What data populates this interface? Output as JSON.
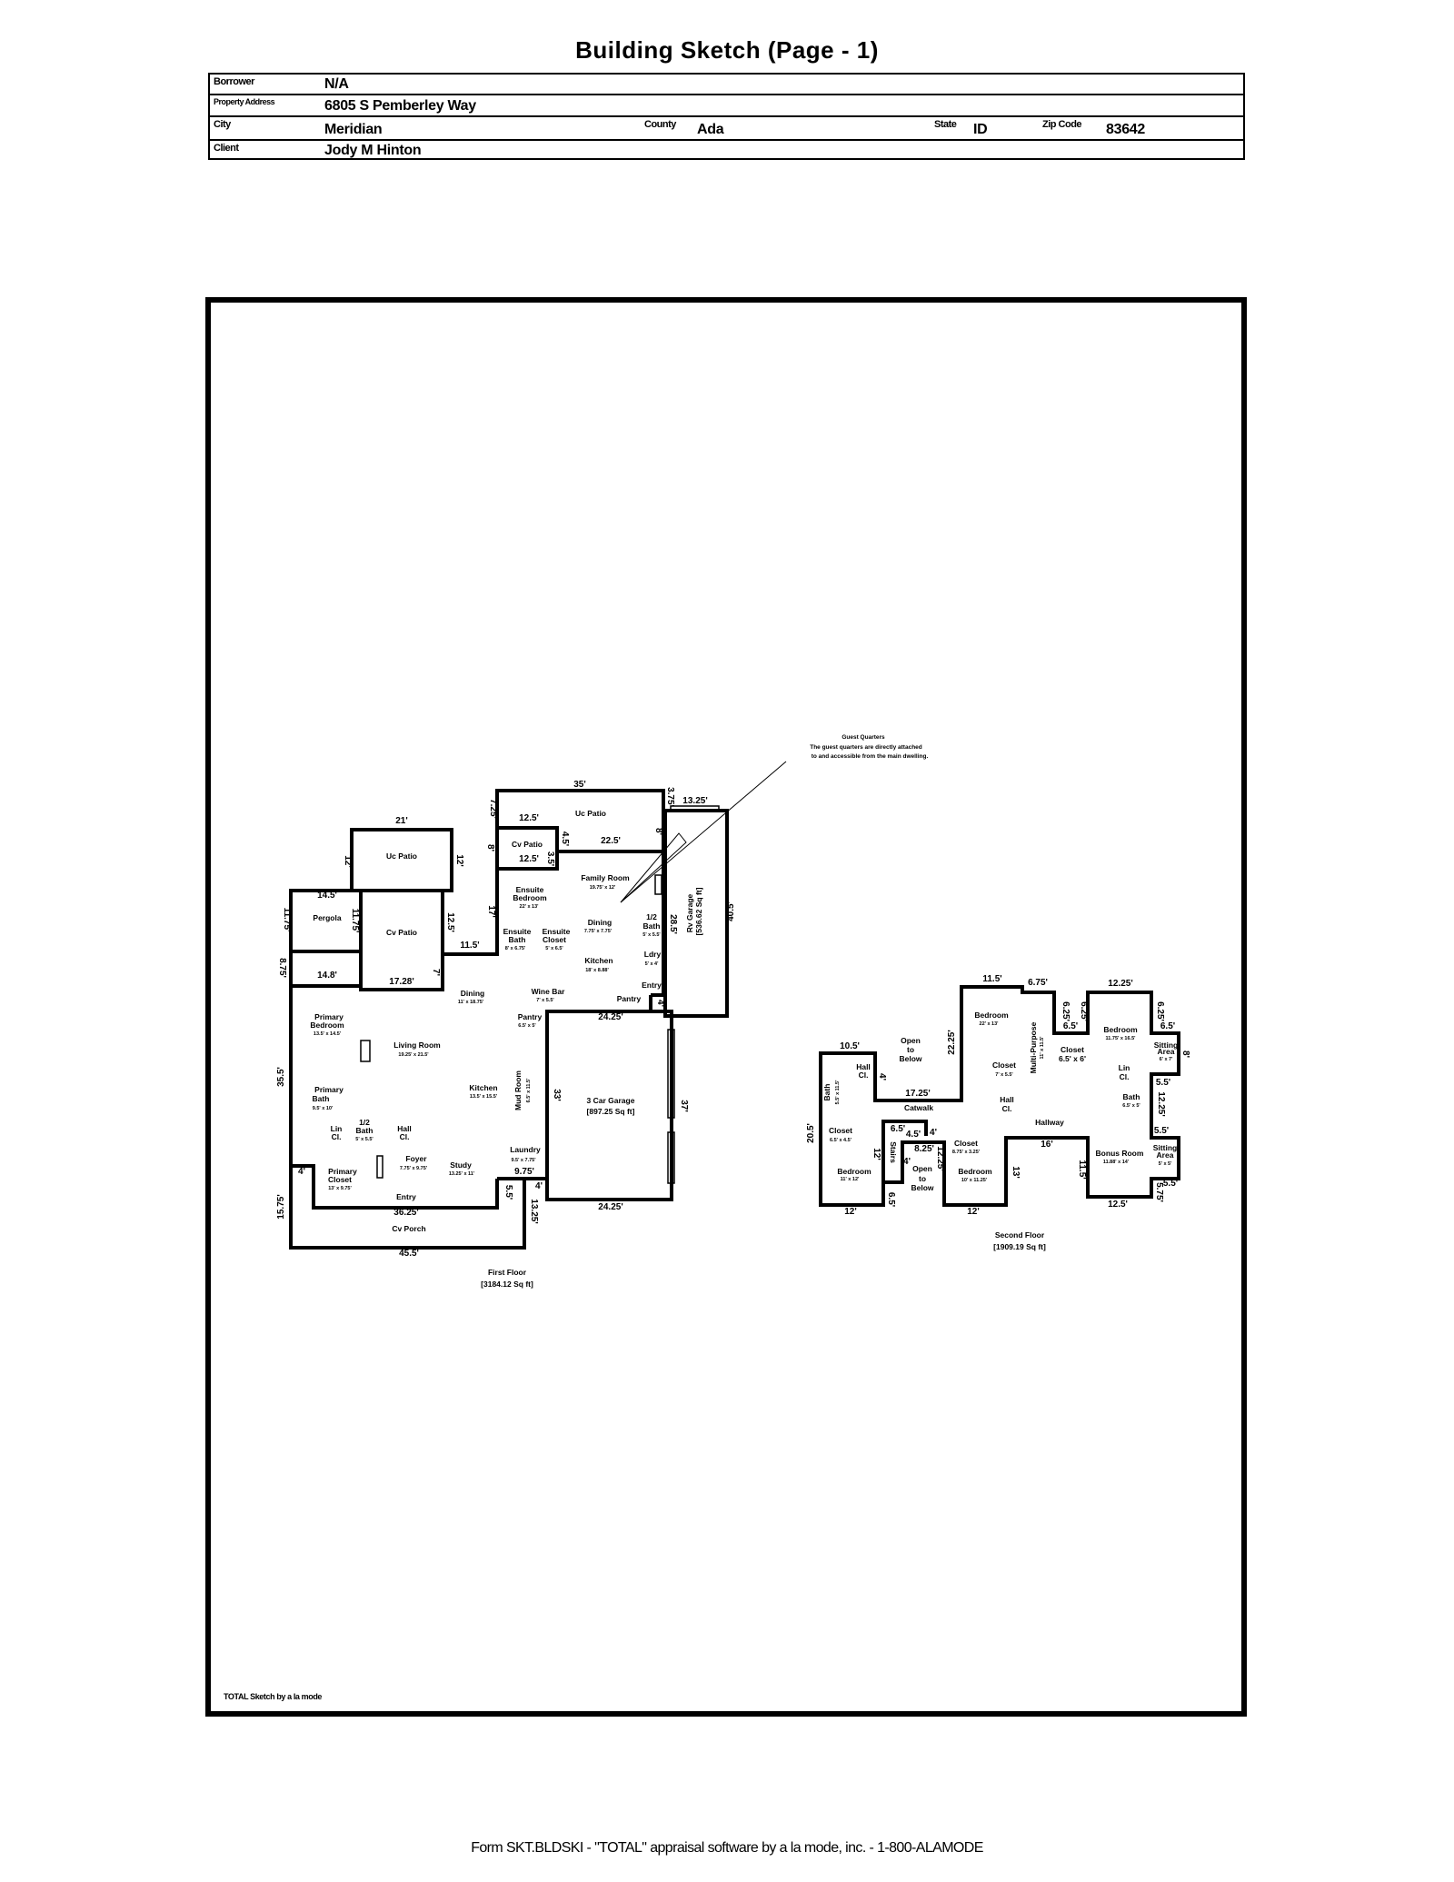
{
  "title": "Building Sketch (Page - 1)",
  "header": {
    "borrower_label": "Borrower",
    "borrower": "N/A",
    "address_label": "Property Address",
    "address": "6805 S Pemberley Way",
    "city_label": "City",
    "city": "Meridian",
    "county_label": "County",
    "county": "Ada",
    "state_label": "State",
    "state": "ID",
    "zip_label": "Zip Code",
    "zip": "83642",
    "client_label": "Client",
    "client": "Jody M Hinton"
  },
  "annotation": {
    "title": "Guest Quarters",
    "line1": "The guest quarters are directly attached",
    "line2": "to and accessible from the main dwelling."
  },
  "first_floor": {
    "labels": [
      "35'",
      "3.75'",
      "13.25'",
      "7.25'",
      "12.5'",
      "Uc Patio",
      "21'",
      "8'",
      "4.5'",
      "8'",
      "Cv Patio",
      "22.5'",
      "Uc Patio",
      "12'",
      "12'",
      "12.5'",
      "3.5'",
      "Family Room",
      "19.75' x 12'",
      "Ensuite",
      "Bedroom",
      "22' x 13'",
      "14.5'",
      "17'",
      "11.75'",
      "11.75'",
      "Pergola",
      "12.5'",
      "Cv Patio",
      "Dining",
      "7.75' x 7.75'",
      "1/2",
      "Bath",
      "5' x 5.5'",
      "28.5'",
      "Rv Garage",
      "[536.62 Sq ft]",
      "40.5'",
      "Ensuite",
      "Bath",
      "8' x 6.75'",
      "Ensuite",
      "Closet",
      "5' x 6.5'",
      "11.5'",
      "Ldry",
      "5' x 4'",
      "Kitchen",
      "18' x 8.88'",
      "8.75'",
      "7'",
      "14.8'",
      "17.28'",
      "Entry",
      "Dining",
      "11' x 18.75'",
      "Wine Bar",
      "7' x 5.5'",
      "Pantry",
      "4'",
      "Primary",
      "Bedroom",
      "13.5' x 14.5'",
      "Pantry",
      "6.5' x 5'",
      "24.25'",
      "Living Room",
      "19.25' x 21.5'",
      "35.5'",
      "Primary",
      "Bath",
      "9.5' x 10'",
      "Kitchen",
      "13.5' x 15.5'",
      "Mud Room",
      "6.5' x 11.5'",
      "33'",
      "3 Car Garage",
      "[897.25 Sq ft]",
      "37'",
      "1/2",
      "Bath",
      "5' x 5.5'",
      "Lin",
      "Cl.",
      "Hall",
      "Cl.",
      "Laundry",
      "9.5' x 7.75'",
      "Foyer",
      "7.75' x 9.75'",
      "Study",
      "13.25' x 11'",
      "4'",
      "9.75'",
      "Primary",
      "Closet",
      "13' x 9.75'",
      "4'",
      "5.5'",
      "Entry",
      "36.25'",
      "15.75'",
      "13.25'",
      "24.25'",
      "Cv Porch",
      "45.5'",
      "First Floor",
      "[3184.12 Sq ft]"
    ]
  },
  "second_floor": {
    "labels": [
      "11.5'",
      "6.75'",
      "12.25'",
      "Bedroom",
      "22' x 13'",
      "6.25'",
      "6.25'",
      "6.5'",
      "6.25'",
      "6.5'",
      "Multi-Purpose",
      "11' x 11.5'",
      "Bedroom",
      "11.75' x 16.5'",
      "22.25'",
      "10.5'",
      "Open",
      "to",
      "Below",
      "Sitting",
      "Area",
      "6' x 7'",
      "8'",
      "Closet",
      "6.5' x 6'",
      "Closet",
      "7' x 5.5'",
      "Hall",
      "Cl.",
      "Lin",
      "Cl.",
      "4'",
      "Bath",
      "5.5' x 11.5'",
      "5.5'",
      "17.25'",
      "Hall",
      "Cl.",
      "Bath",
      "6.5' x 5'",
      "12.25'",
      "Catwalk",
      "Hallway",
      "5.5'",
      "6.5'",
      "4.5'",
      "4'",
      "20.5'",
      "Closet",
      "6.5' x 4.5'",
      "Stairs",
      "8.25'",
      "12.25'",
      "Closet",
      "8.75' x 3.25'",
      "16'",
      "Bonus Room",
      "11.88' x 14'",
      "Sitting",
      "Area",
      "5' x 5'",
      "12'",
      "4'",
      "Open",
      "to",
      "Below",
      "Bedroom",
      "11' x 12'",
      "Bedroom",
      "10' x 11.25'",
      "13'",
      "11.5'",
      "5.5'",
      "5.75'",
      "6.5'",
      "12'",
      "12'",
      "12.5'",
      "Second Floor",
      "[1909.19 Sq ft]"
    ]
  },
  "credit": "TOTAL Sketch by a la mode",
  "footer": "Form SKT.BLDSKI - \"TOTAL\" appraisal software by a la mode, inc. - 1-800-ALAMODE"
}
